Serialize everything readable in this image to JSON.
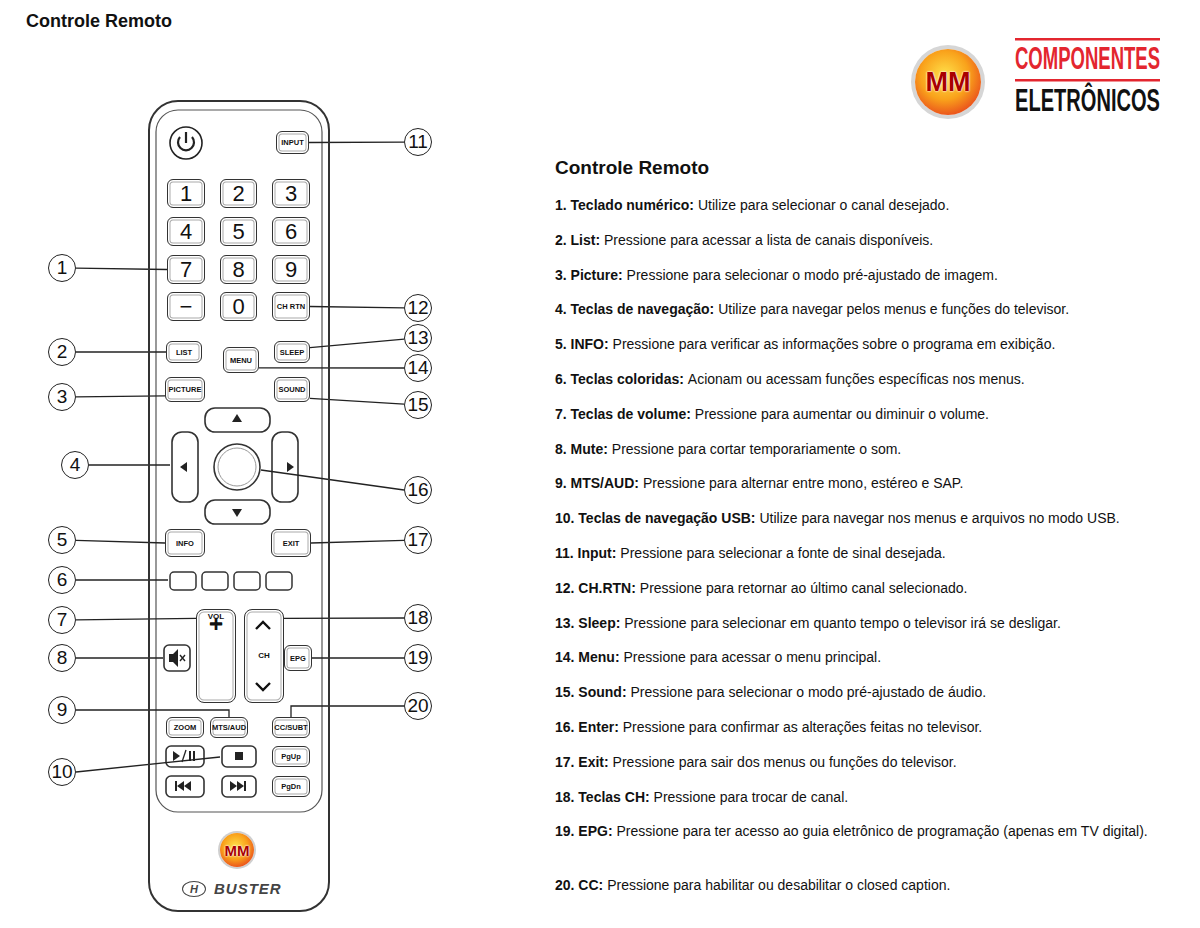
{
  "diagram": {
    "title": "Controle Remoto",
    "nodes": [
      {
        "text": [
          "H",
          "BUSTER"
        ]
      },
      {
        "text": [
          "INPUT"
        ],
        "in": 0
      },
      {
        "text": [
          "1"
        ],
        "in": 0
      },
      {
        "text": [
          "2"
        ],
        "in": 0
      },
      {
        "text": [
          "3"
        ],
        "in": 0
      },
      {
        "text": [
          "4"
        ],
        "in": 0
      },
      {
        "text": [
          "5"
        ],
        "in": 0
      },
      {
        "text": [
          "6"
        ],
        "in": 0
      },
      {
        "text": [
          "7"
        ],
        "in": 0
      },
      {
        "text": [
          "8"
        ],
        "in": 0
      },
      {
        "text": [
          "9"
        ],
        "in": 0
      },
      {
        "text": [
          "−"
        ],
        "in": 0
      },
      {
        "text": [
          "0"
        ],
        "in": 0
      },
      {
        "text": [
          "CH RTN"
        ],
        "in": 0
      },
      {
        "text": [
          "LIST"
        ],
        "in": 0
      },
      {
        "text": [
          "MENU"
        ],
        "in": 0
      },
      {
        "text": [
          "SLEEP"
        ],
        "in": 0
      },
      {
        "text": [
          "PICTURE"
        ],
        "in": 0
      },
      {
        "text": [
          "SOUND"
        ],
        "in": 0
      },
      {
        "text": [
          "INFO"
        ],
        "in": 0
      },
      {
        "text": [
          "EXIT"
        ],
        "in": 0
      },
      {
        "text": [
          "+",
          "VOL",
          "−"
        ],
        "in": 0
      },
      {
        "text": [
          "CH"
        ],
        "in": 0
      },
      {
        "text": [
          "EPG"
        ],
        "in": 0
      },
      {
        "text": [
          "ZOOM"
        ],
        "in": 0
      },
      {
        "text": [
          "MTS/AUD"
        ],
        "in": 0
      },
      {
        "text": [
          "CC/SUBT"
        ],
        "in": 0
      },
      {
        "text": [
          "PgUp"
        ],
        "in": 0
      },
      {
        "text": [
          "PgDn"
        ],
        "in": 0
      },
      {
        "text": [
          "MM"
        ],
        "in": 0
      },
      {
        "text": [
          "1"
        ]
      },
      {
        "text": [
          "2"
        ]
      },
      {
        "text": [
          "3"
        ]
      },
      {
        "text": [
          "4"
        ]
      },
      {
        "text": [
          "5"
        ]
      },
      {
        "text": [
          "6"
        ]
      },
      {
        "text": [
          "7"
        ]
      },
      {
        "text": [
          "8"
        ]
      },
      {
        "text": [
          "9"
        ]
      },
      {
        "text": [
          "10"
        ]
      },
      {
        "text": [
          "11"
        ]
      },
      {
        "text": [
          "12"
        ]
      },
      {
        "text": [
          "13"
        ]
      },
      {
        "text": [
          "14"
        ]
      },
      {
        "text": [
          "15"
        ]
      },
      {
        "text": [
          "16"
        ]
      },
      {
        "text": [
          "17"
        ]
      },
      {
        "text": [
          "18"
        ]
      },
      {
        "text": [
          "19"
        ]
      },
      {
        "text": [
          "20"
        ]
      },
      {
        "text": [
          "MM"
        ]
      }
    ],
    "edges": [
      {
        "from": 30,
        "to": 8,
        "arrow": "none"
      },
      {
        "from": 31,
        "to": 14,
        "arrow": "none"
      },
      {
        "from": 32,
        "to": 17,
        "arrow": "none"
      },
      {
        "from": 34,
        "to": 19,
        "arrow": "none"
      },
      {
        "from": 36,
        "to": 21,
        "arrow": "none"
      },
      {
        "from": 38,
        "to": 25,
        "arrow": "none"
      },
      {
        "from": 40,
        "to": 1,
        "arrow": "none"
      },
      {
        "from": 41,
        "to": 13,
        "arrow": "none"
      },
      {
        "from": 42,
        "to": 16,
        "arrow": "none"
      },
      {
        "from": 43,
        "to": 15,
        "arrow": "none"
      },
      {
        "from": 44,
        "to": 18,
        "arrow": "none"
      },
      {
        "from": 46,
        "to": 20,
        "arrow": "none"
      },
      {
        "from": 47,
        "to": 22,
        "arrow": "none"
      },
      {
        "from": 48,
        "to": 23,
        "arrow": "none"
      },
      {
        "from": 49,
        "to": 26,
        "arrow": "none"
      }
    ],
    "labels": [
      "Controle Remoto",
      "COMPONENTES",
      "ELETRÔNICOS",
      "1. Teclado numérico:",
      "Utilize para selecionar o canal desejado.",
      "2. List:",
      "Pressione para acessar a lista de canais disponíveis.",
      "3. Picture:",
      "Pressione para selecionar o modo pré-ajustado de imagem.",
      "4. Teclas de navegação:",
      "Utilize para navegar pelos menus e funções do televisor.",
      "5. INFO:",
      "Pressione para verificar as informações sobre o programa em exibição.",
      "6. Teclas coloridas:",
      "Acionam ou acessam funções específicas nos menus.",
      "7. Teclas de volume:",
      "Pressione para aumentar ou diminuir o volume.",
      "8. Mute:",
      "Pressione para cortar temporariamente o som.",
      "9. MTS/AUD:",
      "Pressione para alternar entre mono, estéreo e SAP.",
      "10. Teclas de navegação USB:",
      "Utilize para navegar nos menus e arquivos no modo USB.",
      "11. Input:",
      "Pressione para selecionar a fonte de sinal desejada.",
      "12. CH.RTN:",
      "Pressione para retornar ao último canal selecionado.",
      "13. Sleep:",
      "Pressione para selecionar em quanto tempo o televisor irá se desligar.",
      "14. Menu:",
      "Pressione para acessar o menu principal.",
      "15. Sound:",
      "Pressione para selecionar o modo pré-ajustado de áudio.",
      "16. Enter:",
      "Pressione para confirmar as alterações feitas no televisor.",
      "17. Exit:",
      "Pressione para sair dos menus ou funções do televisor.",
      "18. Teclas CH:",
      "Pressione para trocar de canal.",
      "19. EPG:",
      "Pressione para ter acesso ao guia eletrônico de programação (apenas em TV digital).",
      "20. CC:",
      "Pressione para habilitar ou desabilitar o closed caption."
    ]
  }
}
